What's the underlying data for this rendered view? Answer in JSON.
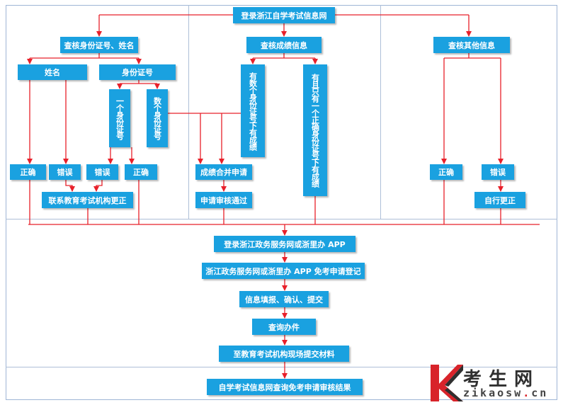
{
  "colors": {
    "node_fill": "#1aa1e0",
    "node_text": "#ffffff",
    "arrow": "#e8202a",
    "guide": "#aebfd8"
  },
  "nodes": {
    "login_zjzk": "登录浙江自学考试信息网",
    "check_id_name": "查核身份证号、姓名",
    "check_scores": "查核成绩信息",
    "check_other": "查核其他信息",
    "name": "姓名",
    "id_number": "身份证号",
    "one_id": "一个身份证号",
    "multi_id": "数个身份证号",
    "multi_id_scores": "有数个身份证号下有成绩",
    "one_correct_id_scores": "有且只有一个正确身份证号下有成绩",
    "correct_1": "正确",
    "error_1": "错误",
    "error_2": "错误",
    "correct_2": "正确",
    "merge_apply": "成绩合并申请",
    "correct_3": "正确",
    "error_3": "错误",
    "contact_agency": "联系教育考试机构更正",
    "apply_approved": "申请审核通过",
    "self_correct": "自行更正",
    "login_zwfw": "登录浙江政务服务网或浙里办 APP",
    "register_exemption": "浙江政务服务网或浙里办 APP 免考申请登记",
    "fill_confirm_submit": "信息填报、确认、提交",
    "query_progress": "查询办件",
    "submit_materials": "至教育考试机构现场提交材料",
    "query_result": "自学考试信息网查询免考申请审核结果"
  },
  "logo": {
    "title": "考生网",
    "domain_main": "zikaosw",
    "domain_dot": ".",
    "domain_tld": "cn"
  }
}
